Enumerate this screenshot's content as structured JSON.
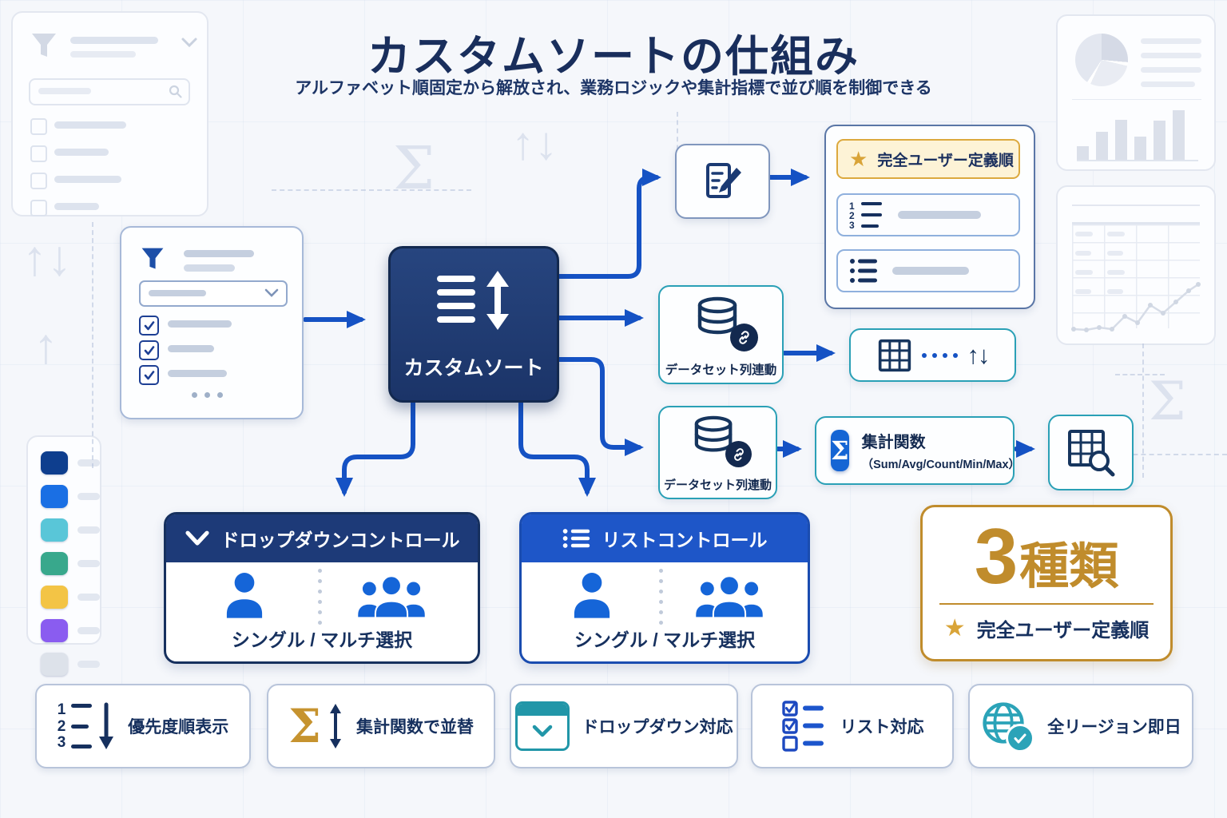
{
  "title": "カスタムソートの仕組み",
  "subtitle": "アルファベット順固定から解放され、業務ロジックや集計指標で並び順を制御できる",
  "center": {
    "label": "カスタムソート"
  },
  "flow": {
    "user_defined": {
      "label": "完全ユーザー定義順"
    },
    "dataset_link_1": {
      "label": "データセット列連動"
    },
    "dataset_link_2": {
      "label": "データセット列連動"
    },
    "aggregate": {
      "title": "集計関数",
      "functions": "（Sum/Avg/Count/Min/Max）"
    }
  },
  "controls": {
    "dropdown": {
      "title": "ドロップダウンコントロール",
      "caption": "シングル / マルチ選択"
    },
    "list": {
      "title": "リストコントロール",
      "caption": "シングル / マルチ選択"
    }
  },
  "badge": {
    "number": "3",
    "unit": "種類",
    "caption": "完全ユーザー定義順"
  },
  "features": [
    {
      "label": "優先度順表示"
    },
    {
      "label": "集計関数で並替"
    },
    {
      "label": "ドロップダウン対応"
    },
    {
      "label": "リスト対応"
    },
    {
      "label": "全リージョン即日"
    }
  ],
  "glyphs": {
    "sigma": "Σ",
    "arrow_up": "↑",
    "arrow_down": "↓",
    "star": "★",
    "numbers": [
      "1",
      "2",
      "3"
    ]
  },
  "colors": {
    "navy": "#1a2f5e",
    "arrow_blue": "#1552c4",
    "person_blue": "#1565d8",
    "teal": "#279fb6",
    "gold": "#c6932f",
    "gold_bg": "#fdf3d6",
    "dropdown_header": "#1d3a78",
    "list_header": "#1e56c8",
    "legend": [
      "#0e3e8e",
      "#1a6fe4",
      "#59c6d8",
      "#38a88c",
      "#f3c445",
      "#8a5cf0",
      "#dde2ea"
    ]
  }
}
